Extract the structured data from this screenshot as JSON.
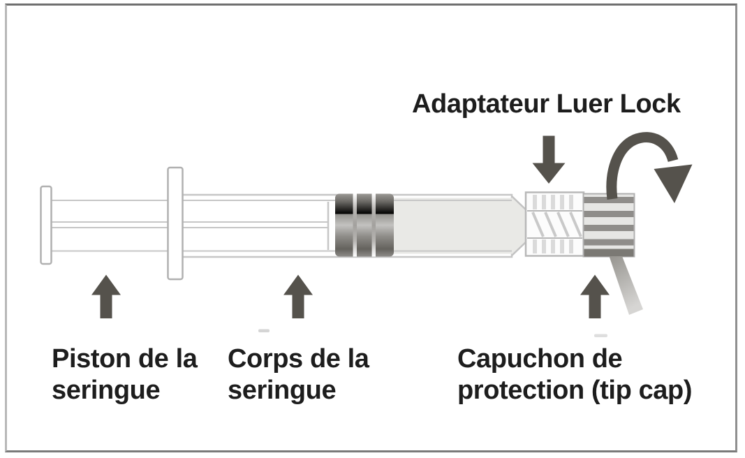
{
  "diagram": {
    "labels": {
      "luer_lock_adapter": "Adaptateur Luer Lock",
      "plunger": "Piston de la\nseringue",
      "barrel": "Corps de la\nseringue",
      "tip_cap": "Capuchon de\nprotection (tip cap)"
    },
    "icons": {
      "luer_lock_pointer": "down-arrow",
      "plunger_pointer": "up-arrow",
      "barrel_pointer": "up-arrow",
      "tip_cap_pointer": "up-arrow",
      "rotation": "curved-twist-arrow"
    },
    "colors": {
      "arrow": "#55524c",
      "label_text": "#1d1d1d",
      "outline": "#c2c2c2",
      "liquid": "#e9e9e6",
      "stopper_dark": "#6e6c68",
      "frame_border": "#8a8a8a",
      "background": "#ffffff"
    }
  }
}
